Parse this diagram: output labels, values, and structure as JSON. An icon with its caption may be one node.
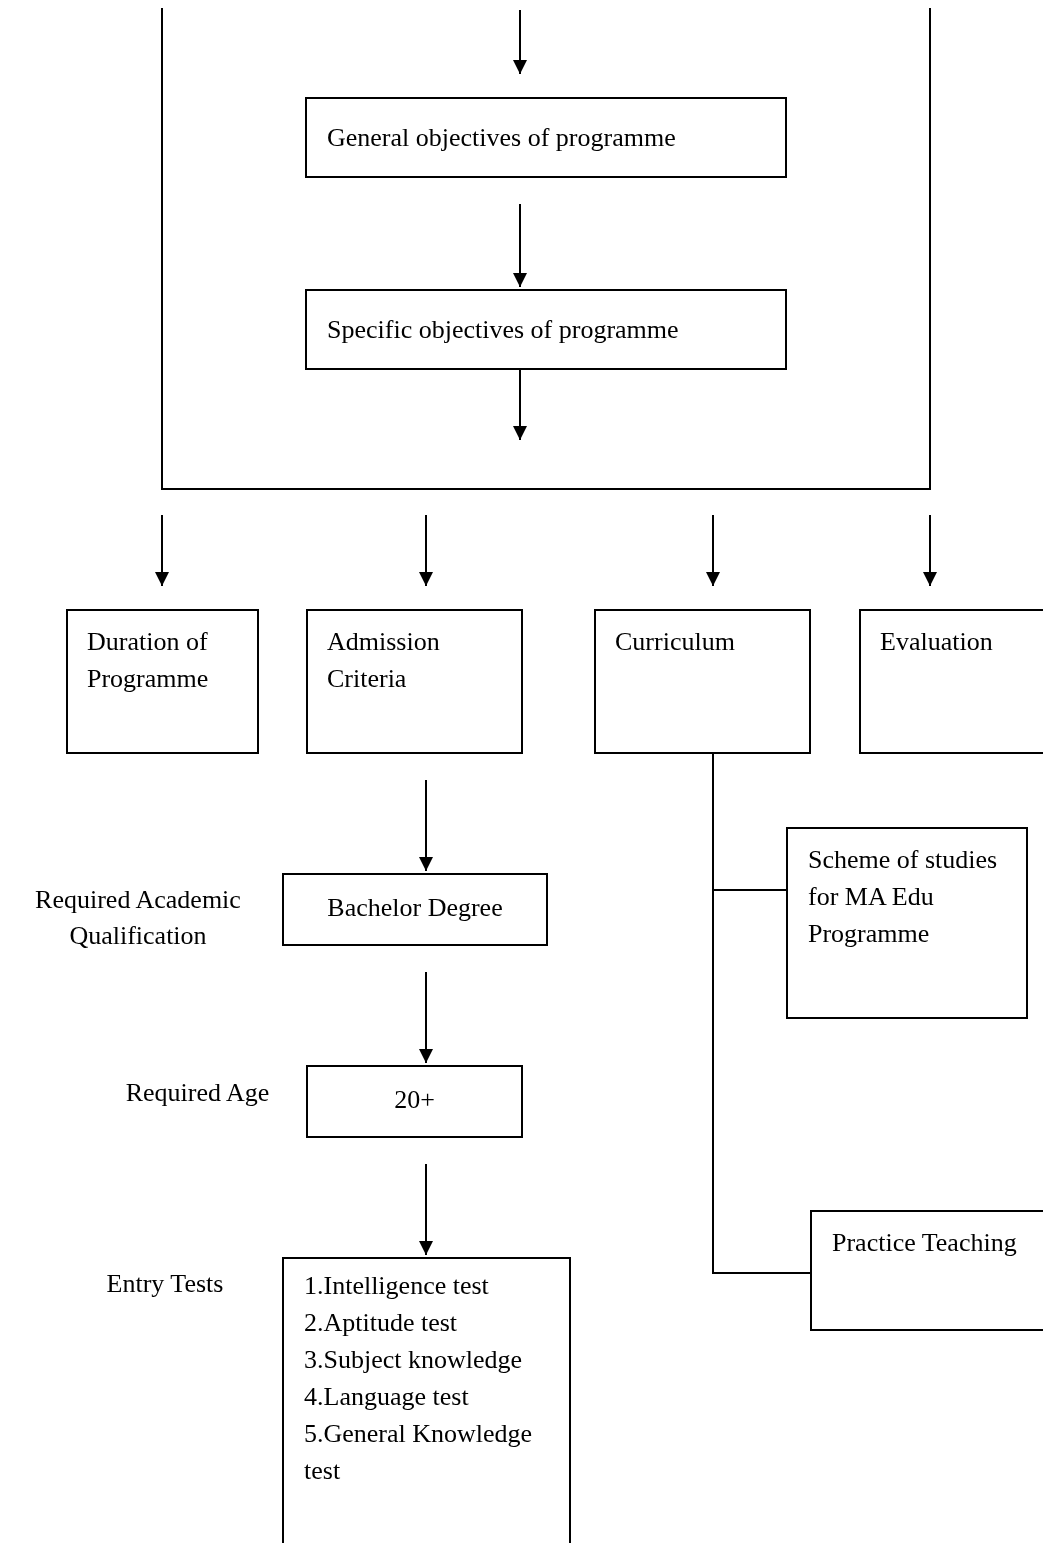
{
  "diagram": {
    "nodes": [
      {
        "text": [
          "General objectives of programme"
        ]
      },
      {
        "text": [
          "Specific objectives of programme"
        ]
      },
      {
        "text": [
          "Duration of Programme"
        ]
      },
      {
        "text": [
          "Admission Criteria"
        ]
      },
      {
        "text": [
          "Curriculum"
        ]
      },
      {
        "text": [
          "Evaluation"
        ]
      },
      {
        "text": [
          "Bachelor Degree"
        ],
        "beside": [
          "Required Academic Qualification"
        ]
      },
      {
        "text": [
          "Scheme of studies for MA Edu Programme"
        ]
      },
      {
        "text": [
          "20+"
        ],
        "beside": [
          "Required Age"
        ]
      },
      {
        "text": [
          "1.Intelligence test",
          "2.Aptitude test",
          "3.Subject knowledge",
          "4.Language test",
          "5.General Knowledge test"
        ],
        "beside": [
          "Entry Tests"
        ]
      },
      {
        "text": [
          "Practice Teaching"
        ]
      }
    ],
    "edges": [
      {
        "from": null,
        "to": 0,
        "arrow": "to"
      },
      {
        "from": 0,
        "to": 1,
        "arrow": "to"
      },
      {
        "from": 1,
        "to": null,
        "arrow": "to"
      },
      {
        "from": null,
        "to": 2,
        "arrow": "to"
      },
      {
        "from": null,
        "to": 3,
        "arrow": "to"
      },
      {
        "from": null,
        "to": 4,
        "arrow": "to"
      },
      {
        "from": null,
        "to": 5,
        "arrow": "to"
      },
      {
        "from": 3,
        "to": 6,
        "arrow": "to"
      },
      {
        "from": 6,
        "to": 8,
        "arrow": "to"
      },
      {
        "from": 8,
        "to": 9,
        "arrow": "to"
      },
      {
        "from": 4,
        "to": 7,
        "arrow": "none"
      },
      {
        "from": 4,
        "to": 10,
        "arrow": "none"
      }
    ]
  }
}
